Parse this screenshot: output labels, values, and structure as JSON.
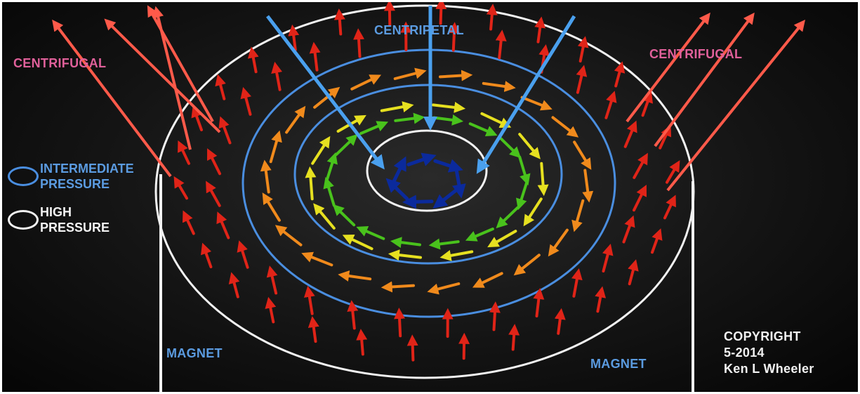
{
  "labels": {
    "centripetal": "CENTRIPETAL",
    "centrifugal_left": "CENTRIFUGAL",
    "centrifugal_right": "CENTRIFUGAL",
    "magnet_left": "MAGNET",
    "magnet_right": "MAGNET"
  },
  "legend": {
    "intermediate_line1": "INTERMEDIATE",
    "intermediate_line2": "PRESSURE",
    "high_line1": "HIGH",
    "high_line2": "PRESSURE"
  },
  "copyright": {
    "line1": "COPYRIGHT",
    "line2": "5-2014",
    "line3": "Ken L Wheeler"
  },
  "colors": {
    "background": "#141414",
    "high_pressure_ring": "#f2f2f2",
    "intermediate_pressure_ring": "#4a8ee0",
    "centripetal_arrow": "#4aa0ee",
    "centrifugal_arrow": "#ff5a4a",
    "field_arrows": [
      "#0b2a9c",
      "#49c21c",
      "#e6e020",
      "#f08a1c",
      "#e02418"
    ],
    "label_pink": "#e0609a",
    "label_blue": "#5b9be0"
  }
}
